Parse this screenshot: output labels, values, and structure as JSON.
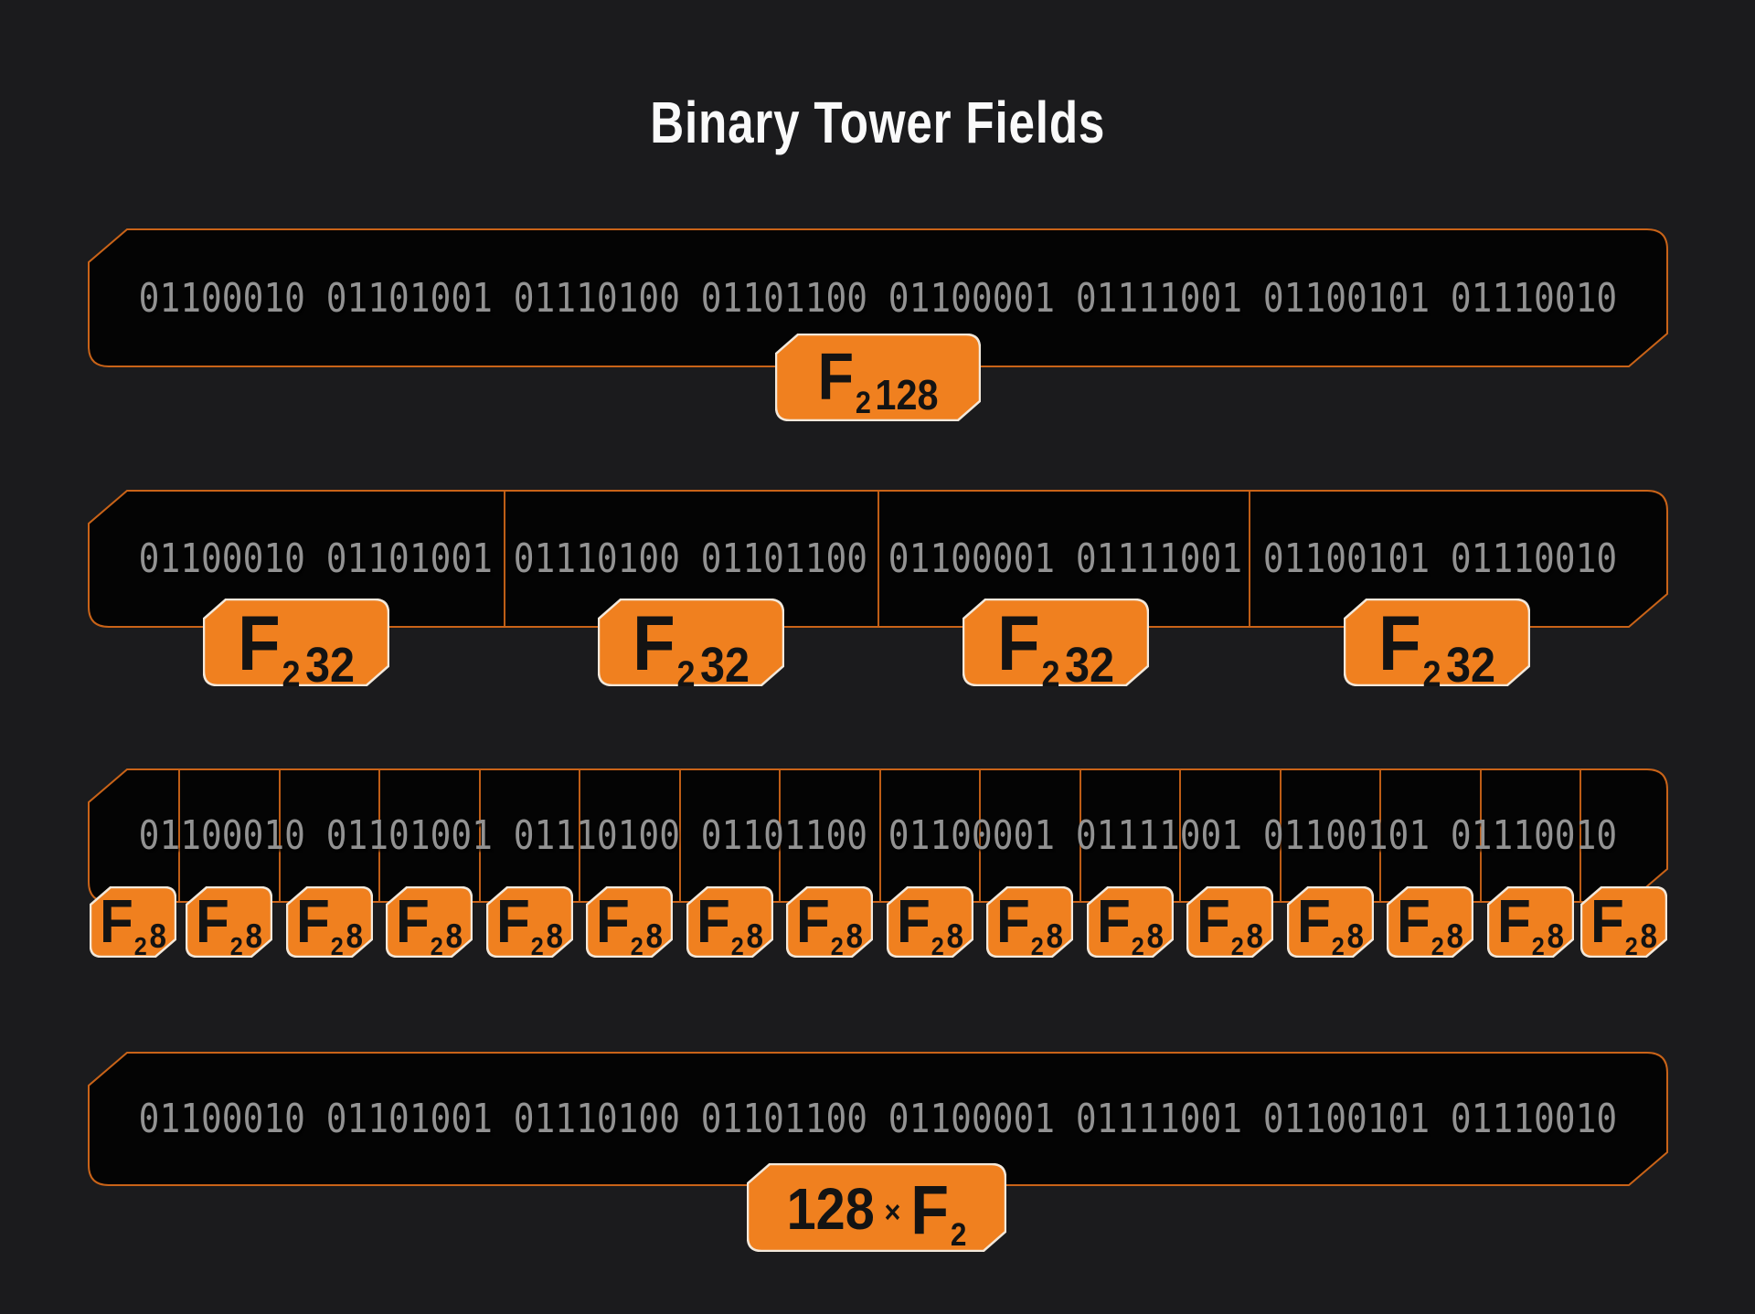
{
  "title": "Binary Tower Fields",
  "binary_string": "01100010 01101001 01110100 01101100 01100001 01111001 01100101 01110010",
  "colors": {
    "background": "#1B1B1D",
    "box_fill": "#040404",
    "box_border": "#C96318",
    "divider": "#BE5D16",
    "tag_fill": "#F0801F",
    "tag_border": "#F2E8DB",
    "tag_text": "#131313",
    "binary_text": "#929292",
    "title_text": "#FAFAFA"
  },
  "rows": [
    {
      "field": "F_2^128",
      "segments": 1,
      "tag": {
        "base": "F",
        "sub": "2",
        "sup": "128"
      }
    },
    {
      "field": "F_2^32",
      "segments": 4,
      "tag": {
        "base": "F",
        "sub": "2",
        "sup": "32"
      }
    },
    {
      "field": "F_2^8",
      "segments": 16,
      "tag": {
        "base": "F",
        "sub": "2",
        "sup": "8"
      }
    },
    {
      "field": "128 x F_2",
      "segments": 1,
      "tag": {
        "pre": "128",
        "times": "×",
        "base": "F",
        "sub": "2"
      }
    }
  ]
}
